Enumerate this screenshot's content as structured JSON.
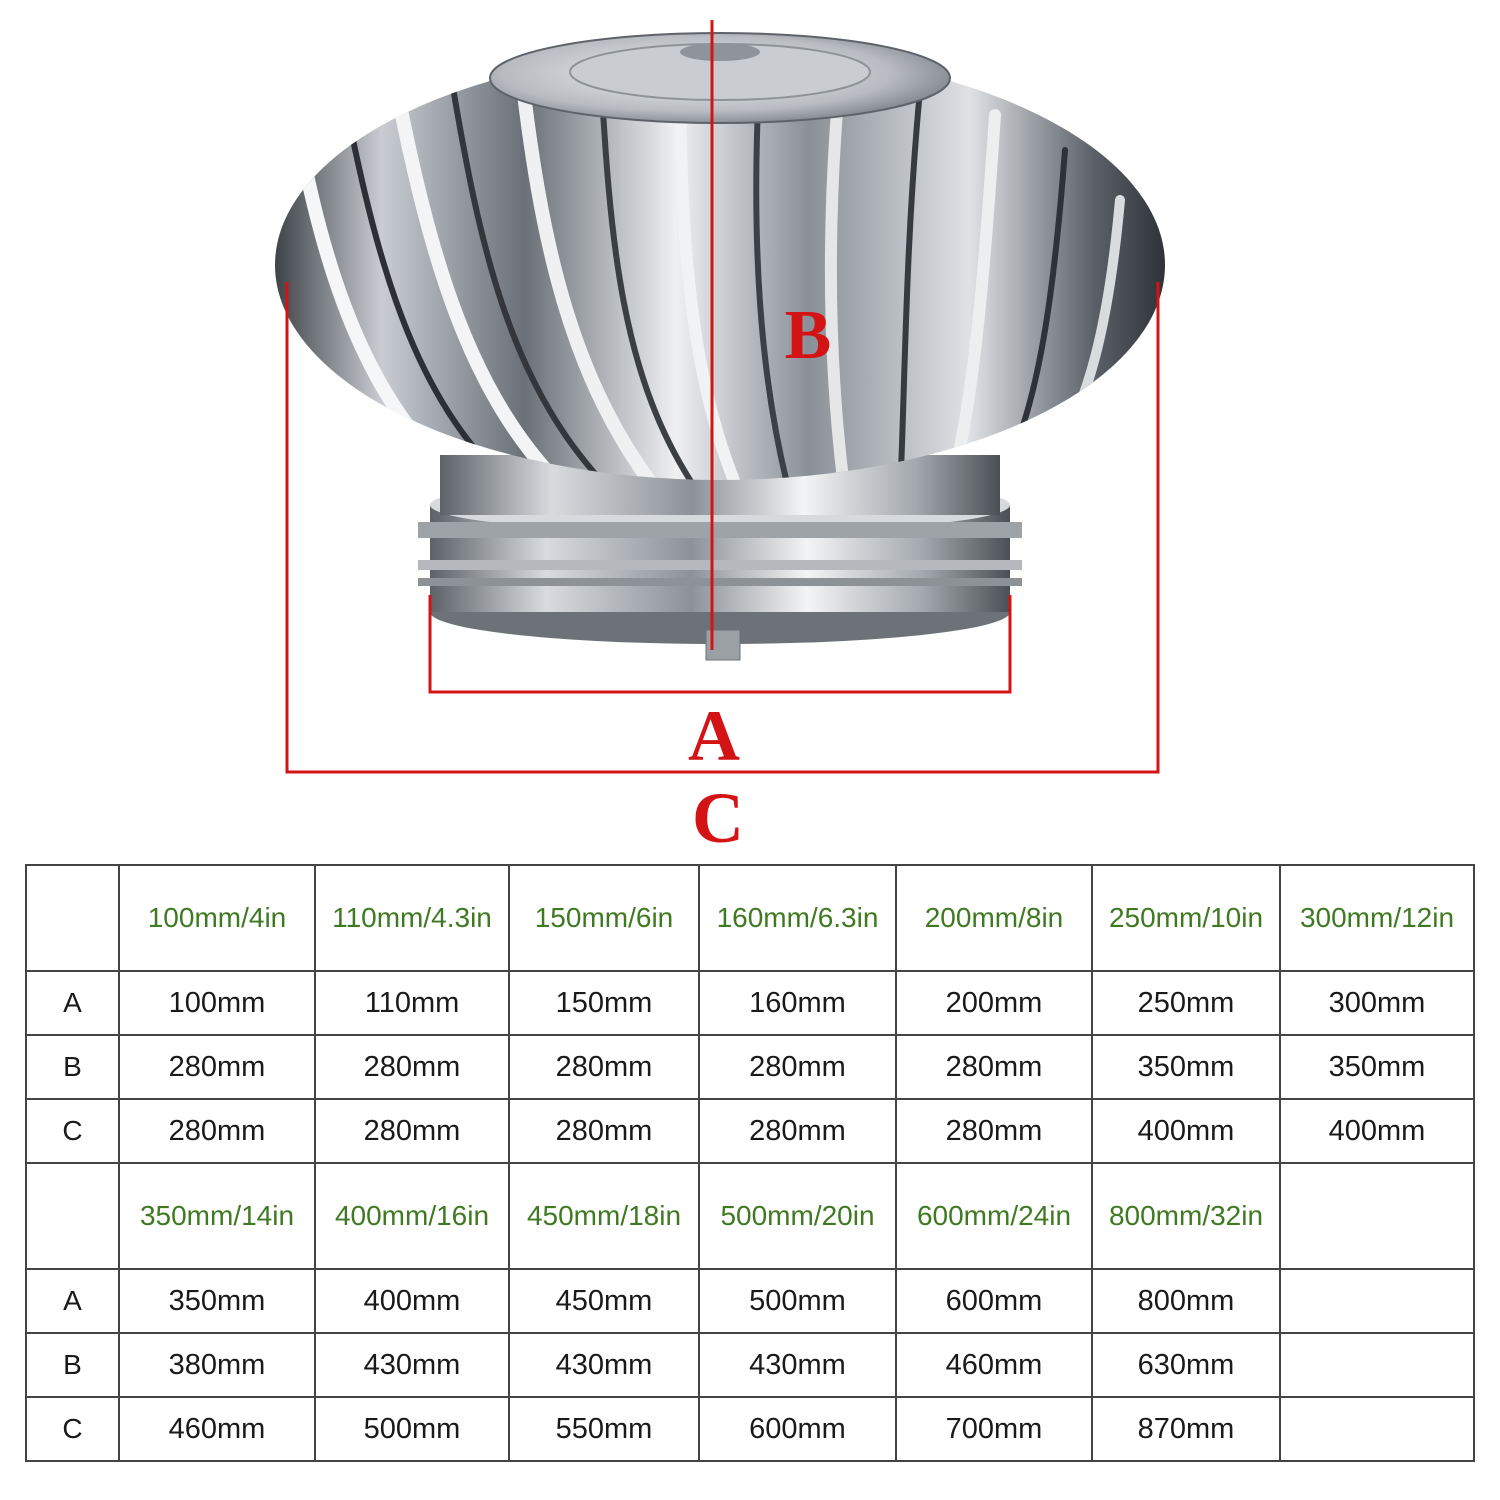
{
  "diagram": {
    "labels": {
      "a": "A",
      "b": "B",
      "c": "C"
    },
    "colors": {
      "dimension": "#d41414",
      "steel_light": "#f2f4f6",
      "steel_dark": "#4a4f55"
    }
  },
  "table": {
    "groups": [
      {
        "headers": [
          "100mm/4in",
          "110mm/4.3in",
          "150mm/6in",
          "160mm/6.3in",
          "200mm/8in",
          "250mm/10in",
          "300mm/12in"
        ],
        "rows": [
          {
            "label": "A",
            "values": [
              "100mm",
              "110mm",
              "150mm",
              "160mm",
              "200mm",
              "250mm",
              "300mm"
            ]
          },
          {
            "label": "B",
            "values": [
              "280mm",
              "280mm",
              "280mm",
              "280mm",
              "280mm",
              "350mm",
              "350mm"
            ]
          },
          {
            "label": "C",
            "values": [
              "280mm",
              "280mm",
              "280mm",
              "280mm",
              "280mm",
              "400mm",
              "400mm"
            ]
          }
        ]
      },
      {
        "headers": [
          "350mm/14in",
          "400mm/16in",
          "450mm/18in",
          "500mm/20in",
          "600mm/24in",
          "800mm/32in",
          ""
        ],
        "rows": [
          {
            "label": "A",
            "values": [
              "350mm",
              "400mm",
              "450mm",
              "500mm",
              "600mm",
              "800mm",
              ""
            ]
          },
          {
            "label": "B",
            "values": [
              "380mm",
              "430mm",
              "430mm",
              "430mm",
              "460mm",
              "630mm",
              ""
            ]
          },
          {
            "label": "C",
            "values": [
              "460mm",
              "500mm",
              "550mm",
              "600mm",
              "700mm",
              "870mm",
              ""
            ]
          }
        ]
      }
    ],
    "colors": {
      "header_text": "#3f7a22",
      "border": "#444444",
      "text": "#1a1a1a"
    }
  }
}
